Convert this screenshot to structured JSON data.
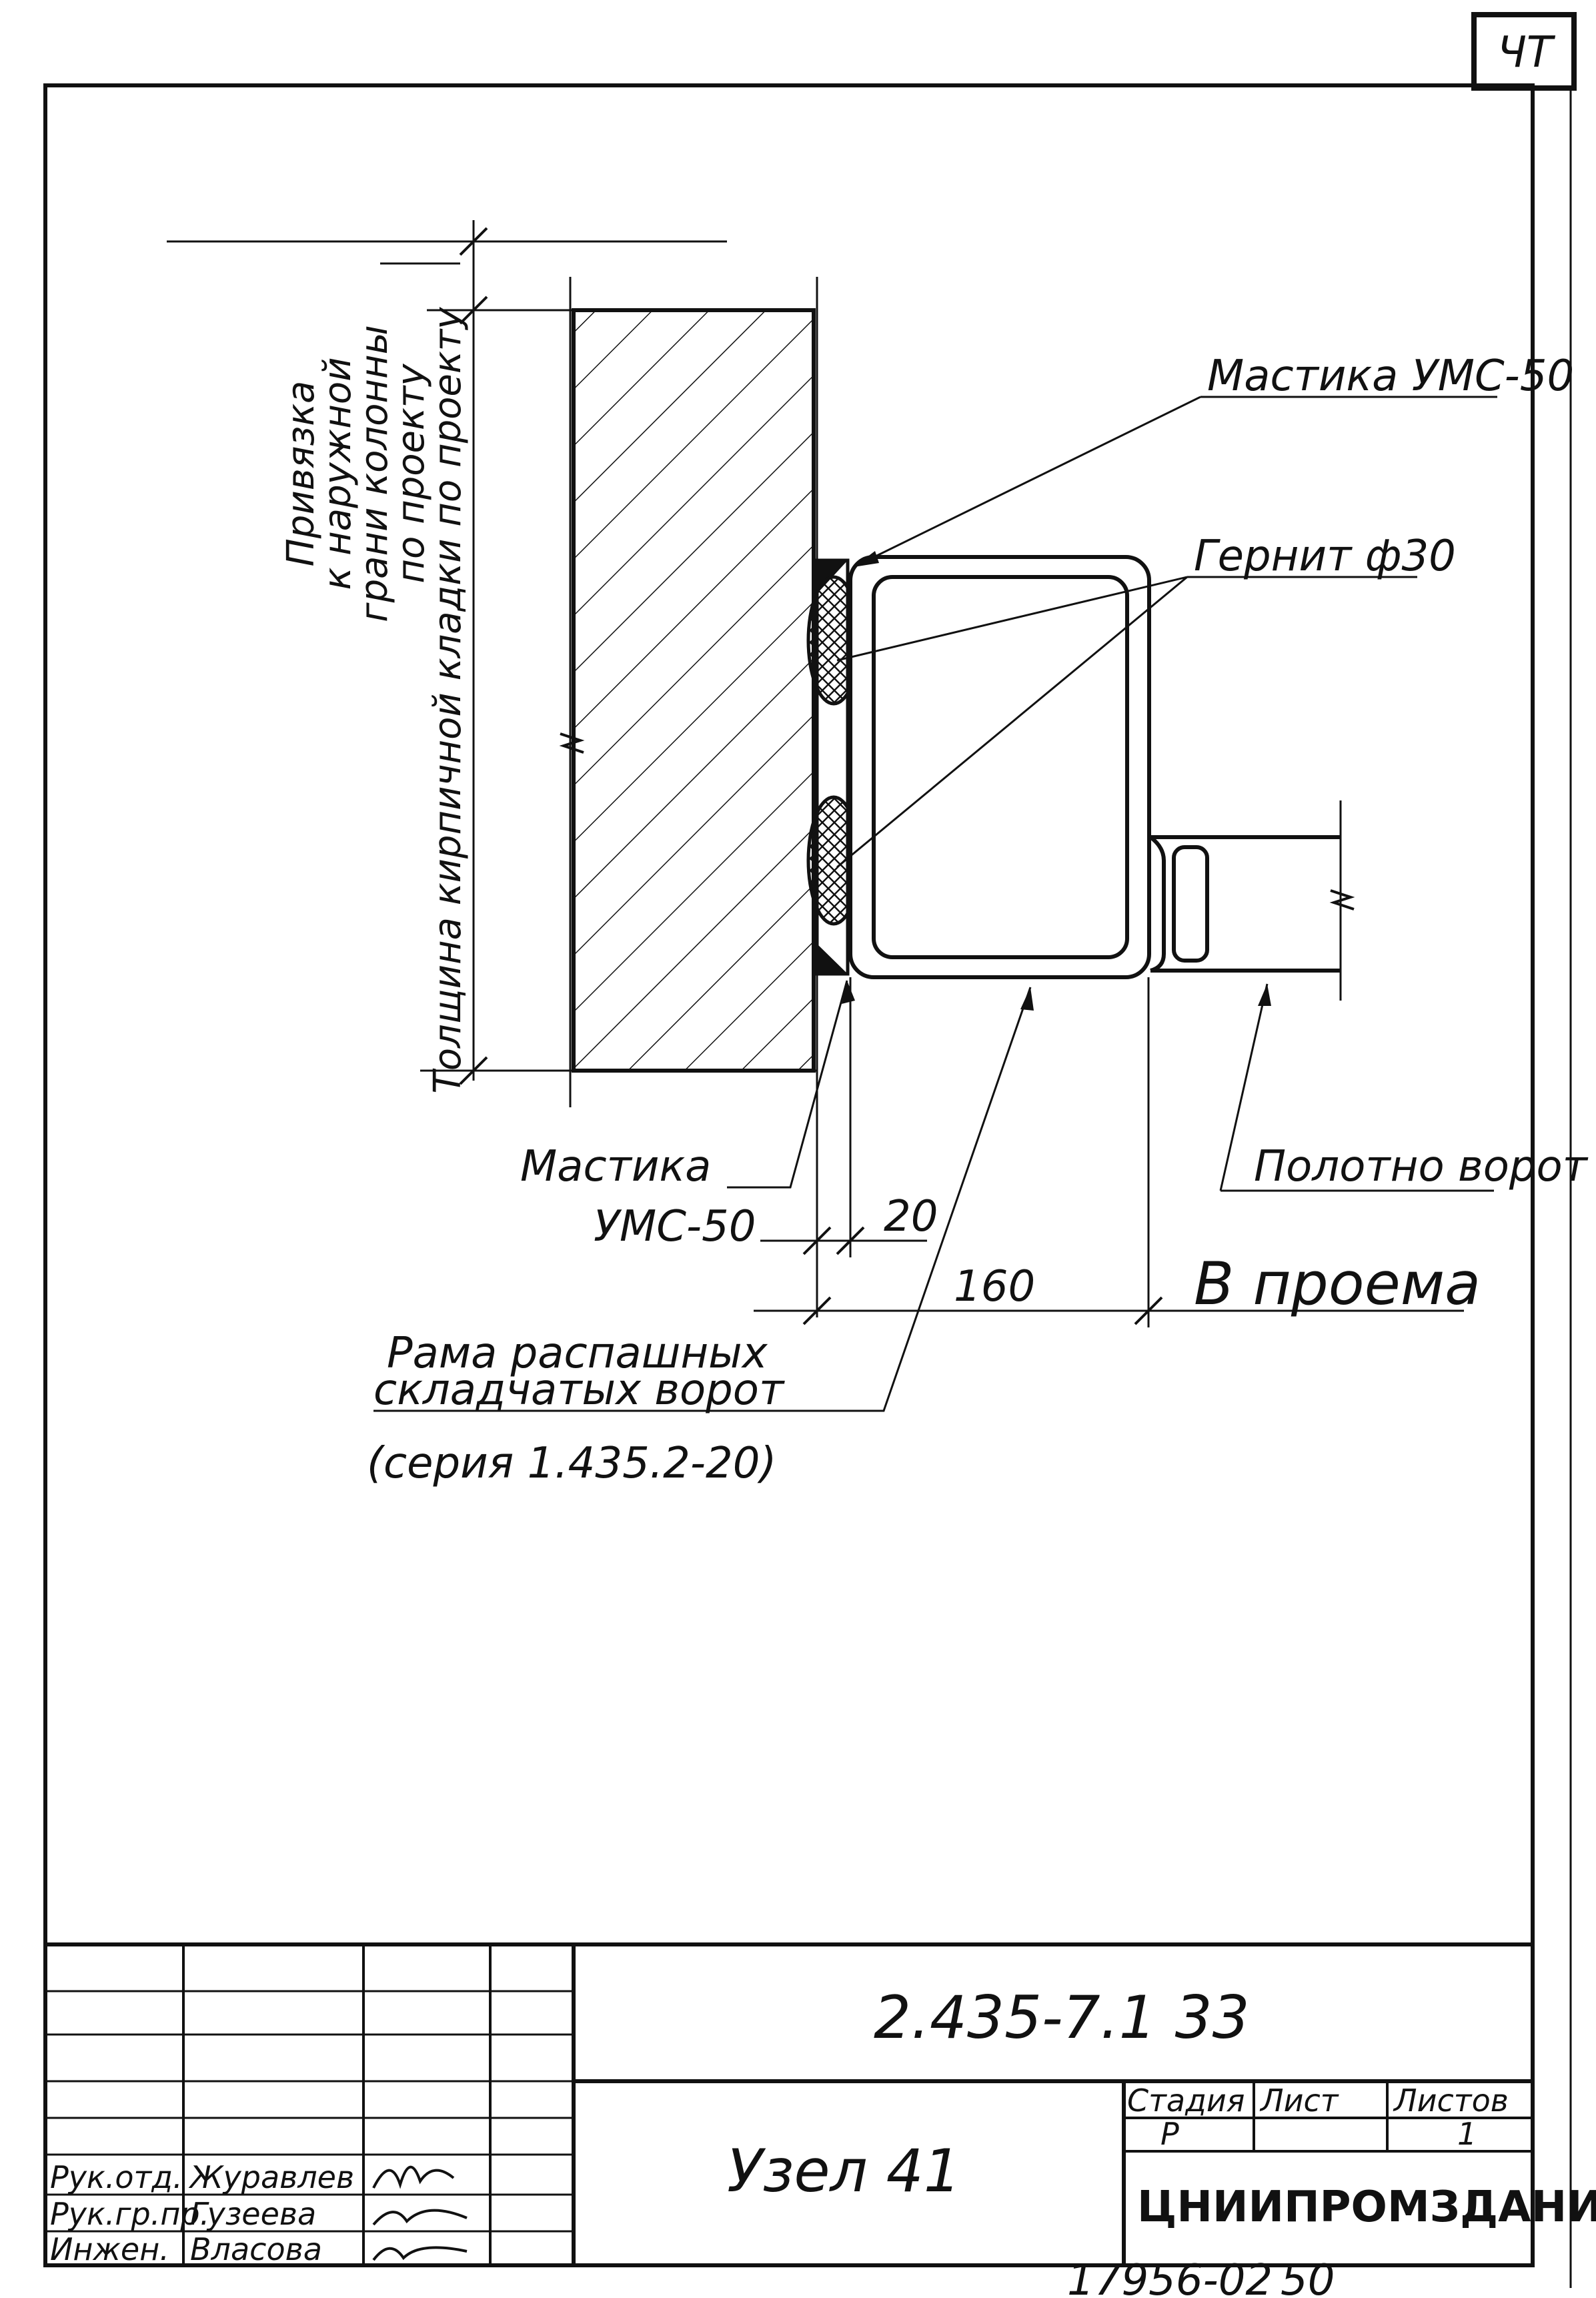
{
  "corner_mark": "ЧТ",
  "labels": {
    "binding_line1": "Привязка",
    "binding_line2": "к наружной",
    "binding_line3": "грани колонны",
    "binding_line4": "по проекту",
    "wall_thickness": "Толщина кирпичной кладки по проекту",
    "mastic_top": "Мастика УМС-50",
    "gernit": "Гернит ф30",
    "mastic_bottom_line1": "Мастика",
    "mastic_bottom_line2": "УМС-50",
    "gate_leaf": "Полотно ворот",
    "frame_line1": "Рама распашных",
    "frame_line2": "складчатых ворот",
    "frame_line3": "(серия 1.435.2-20)"
  },
  "dimensions": {
    "dim_20": "20",
    "dim_160": "160",
    "opening": "В проема"
  },
  "title_block": {
    "document_code": "2.435-7.1 33",
    "drawing_title": "Узел 41",
    "stage_header": "Стадия",
    "sheet_header": "Лист",
    "sheets_header": "Листов",
    "stage_value": "Р",
    "sheet_value": "",
    "sheets_value": "1",
    "organization": "ЦНИИПРОМЗДАНИЙ",
    "roles": [
      {
        "role": "Рук.отд.",
        "name": "Журавлев"
      },
      {
        "role": "Рук.гр.пр.",
        "name": "Гузеева"
      },
      {
        "role": "Инжен.",
        "name": "Власова"
      }
    ]
  },
  "footer": {
    "inventory_number": "17956-02",
    "page_number": "50"
  }
}
